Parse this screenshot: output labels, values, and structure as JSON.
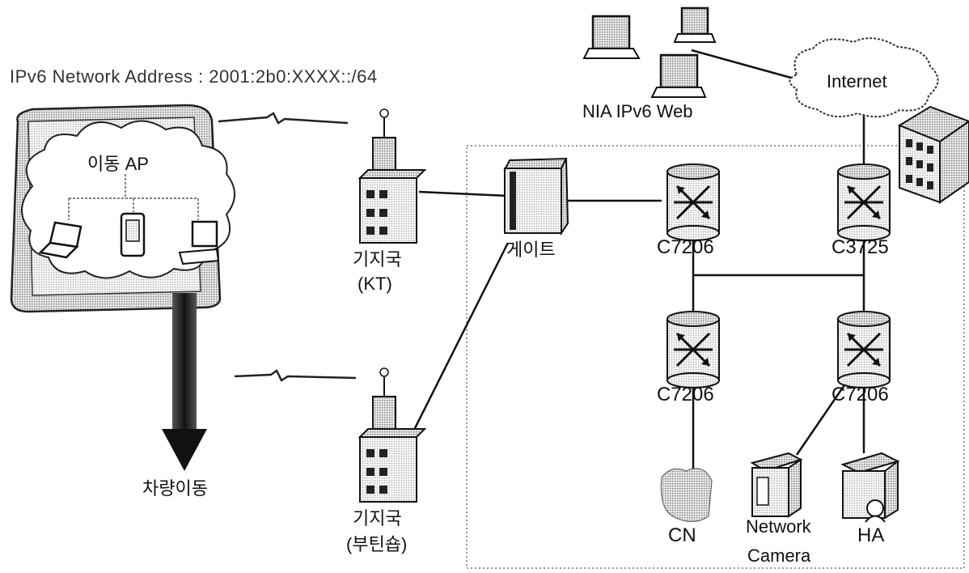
{
  "header": {
    "address_line": "IPv6 Network Address : 2001:2b0:XXXX::/64"
  },
  "vehicle": {
    "ap_label": "이동 AP",
    "movement_label": "차량이동"
  },
  "base_stations": [
    {
      "label": "기지국",
      "carrier": "(KT)"
    },
    {
      "label": "기지국",
      "carrier": "(부틴숍)"
    }
  ],
  "gateway": {
    "label": "게이트"
  },
  "routers": [
    {
      "label": "C7206"
    },
    {
      "label": "C3725"
    },
    {
      "label": "C7206"
    },
    {
      "label": "C7206"
    }
  ],
  "internet": {
    "label": "Internet"
  },
  "web_server": {
    "label": "NIA IPv6 Web"
  },
  "endpoints": {
    "cn": "CN",
    "camera_line1": "Network",
    "camera_line2": "Camera",
    "ha": "HA"
  }
}
